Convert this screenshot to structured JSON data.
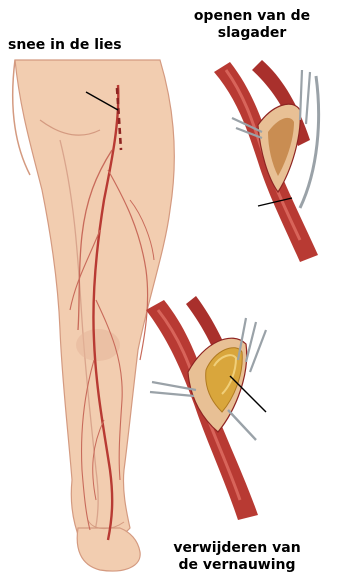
{
  "labels": {
    "incision": "snee in de lies",
    "open_line1": "openen van de",
    "open_line2": "slagader",
    "remove_line1": "verwijderen van",
    "remove_line2": "de vernauwing"
  },
  "colors": {
    "skin": "#f2cdb0",
    "skin_shadow": "#dba58a",
    "artery": "#b83a33",
    "artery_dark": "#8e2422",
    "vessel_thin": "#c86a5a",
    "plaque": "#d9a63c",
    "plaque_light": "#f0cf7a",
    "instrument": "#9aa2a8",
    "text": "#000000"
  },
  "icons": [
    "leg-illustration",
    "artery-opening-illustration",
    "plaque-removal-illustration",
    "surgical-clamp-icon"
  ]
}
